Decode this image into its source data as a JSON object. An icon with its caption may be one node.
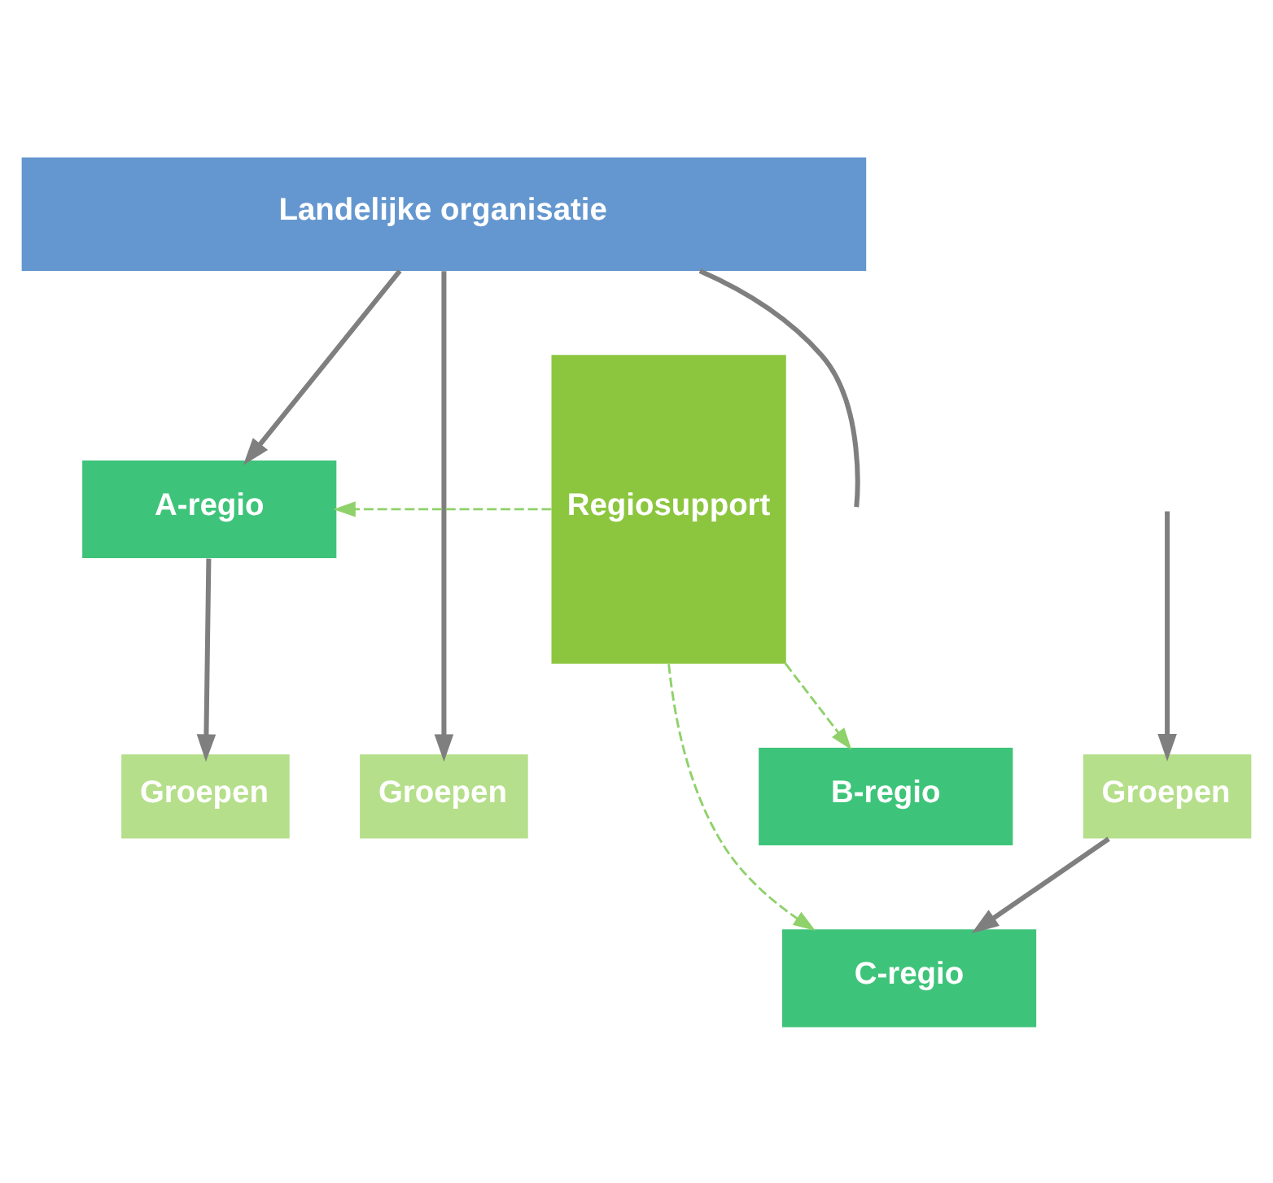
{
  "diagram": {
    "nodes": [
      {
        "text": [
          "Landelijke organisatie"
        ]
      },
      {
        "text": [
          "Regiosupport"
        ]
      },
      {
        "text": [
          "A-regio"
        ]
      },
      {
        "text": [
          "B-regio"
        ]
      },
      {
        "text": [
          "C-regio"
        ]
      },
      {
        "text": [
          "Groepen"
        ]
      },
      {
        "text": [
          "Groepen"
        ]
      },
      {
        "text": [
          "Groepen"
        ]
      }
    ],
    "edges": [
      {
        "from": 0,
        "to": 2,
        "arrow": "to"
      },
      {
        "from": 0,
        "to": 6,
        "arrow": "to"
      },
      {
        "from": 0,
        "to": null,
        "arrow": "none"
      },
      {
        "from": 1,
        "to": 2,
        "arrow": "to",
        "style": "dashed",
        "color": "#8fd16a"
      },
      {
        "from": 1,
        "to": 3,
        "arrow": "to",
        "style": "dashed",
        "color": "#8fd16a"
      },
      {
        "from": 1,
        "to": 4,
        "arrow": "to",
        "style": "dashed",
        "color": "#8fd16a"
      },
      {
        "from": 2,
        "to": 5,
        "arrow": "to"
      },
      {
        "from": 7,
        "to": 4,
        "arrow": "to"
      },
      {
        "from": null,
        "to": 7,
        "arrow": "to"
      }
    ]
  }
}
